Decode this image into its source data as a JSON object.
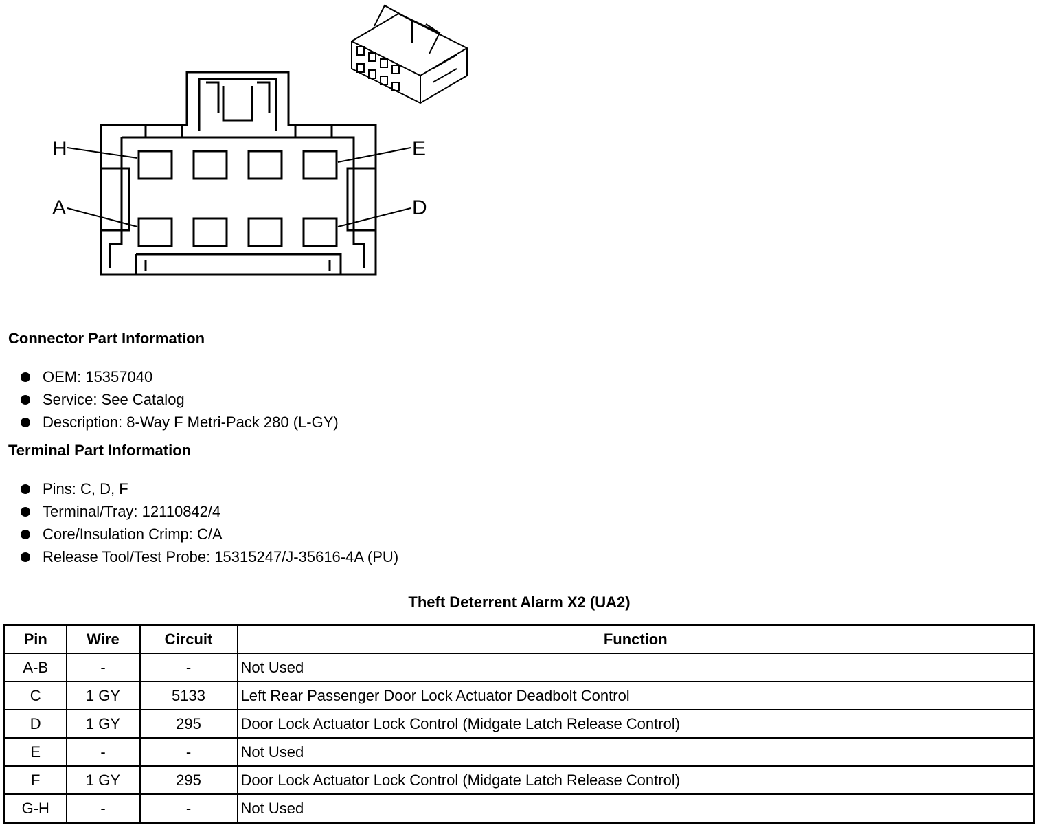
{
  "diagram": {
    "pin_labels": {
      "top_left": "H",
      "top_right": "E",
      "bottom_left": "A",
      "bottom_right": "D"
    }
  },
  "connector_info": {
    "heading": "Connector Part Information",
    "items": [
      "OEM: 15357040",
      "Service: See Catalog",
      "Description: 8-Way F Metri-Pack 280 (L-GY)"
    ]
  },
  "terminal_info": {
    "heading": "Terminal Part Information",
    "items": [
      "Pins: C, D, F",
      "Terminal/Tray: 12110842/4",
      "Core/Insulation Crimp: C/A",
      "Release Tool/Test Probe: 15315247/J-35616-4A (PU)"
    ]
  },
  "table": {
    "title": "Theft Deterrent Alarm X2 (UA2)",
    "headers": [
      "Pin",
      "Wire",
      "Circuit",
      "Function"
    ],
    "rows": [
      [
        "A-B",
        "-",
        "-",
        "Not Used"
      ],
      [
        "C",
        "1 GY",
        "5133",
        "Left Rear Passenger Door Lock Actuator Deadbolt Control"
      ],
      [
        "D",
        "1 GY",
        "295",
        "Door Lock Actuator Lock Control (Midgate Latch Release Control)"
      ],
      [
        "E",
        "-",
        "-",
        "Not Used"
      ],
      [
        "F",
        "1 GY",
        "295",
        "Door Lock Actuator Lock Control (Midgate Latch Release Control)"
      ],
      [
        "G-H",
        "-",
        "-",
        "Not Used"
      ]
    ]
  }
}
